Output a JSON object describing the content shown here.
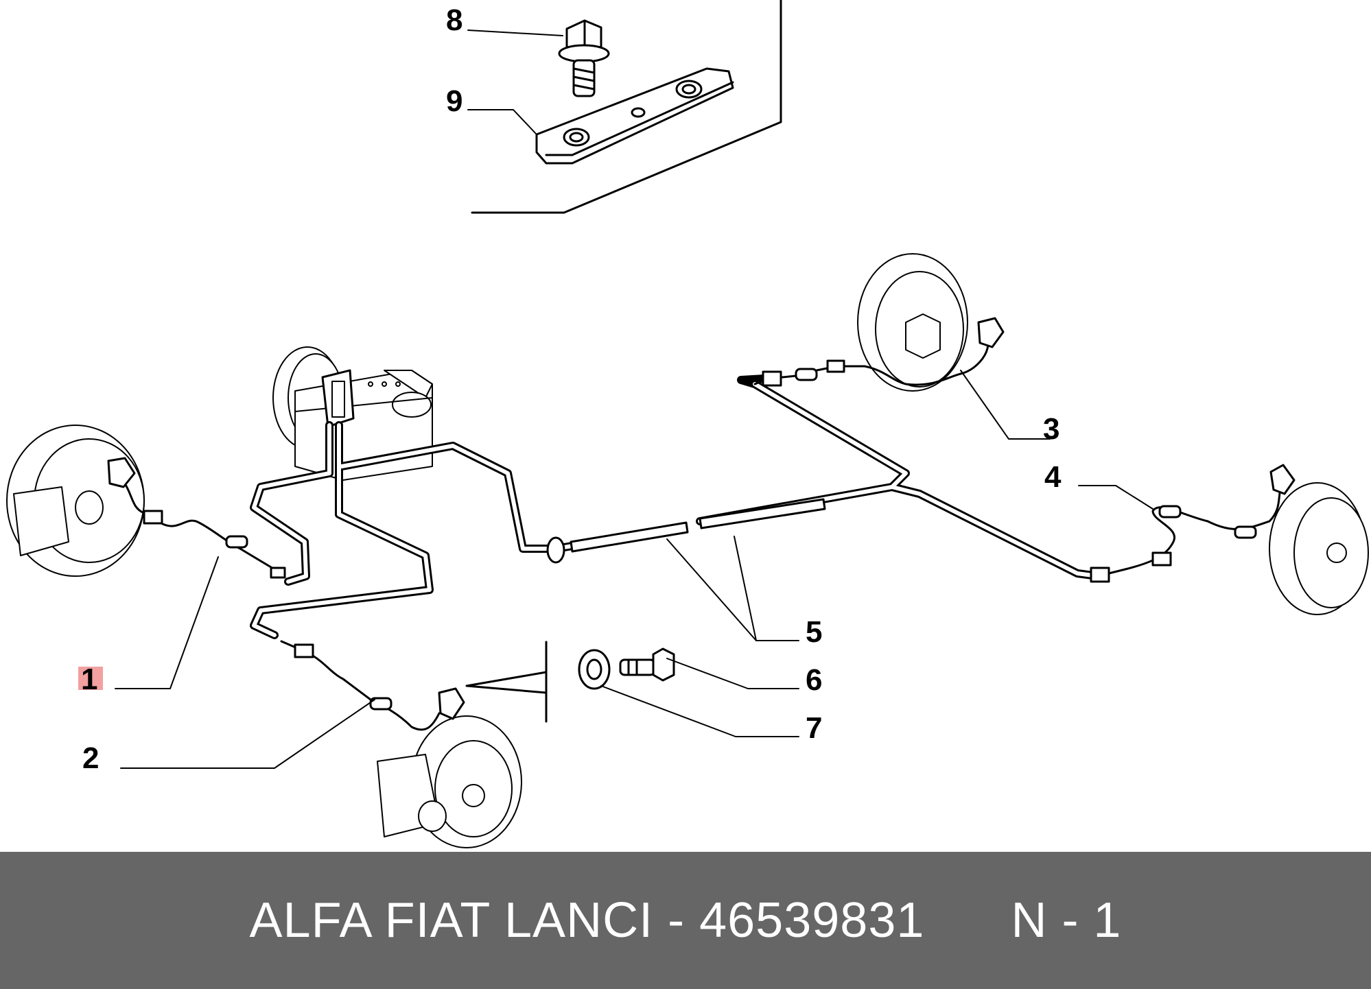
{
  "callouts": [
    {
      "id": "1",
      "label": "1",
      "highlighted": true
    },
    {
      "id": "2",
      "label": "2",
      "highlighted": false
    },
    {
      "id": "3",
      "label": "3",
      "highlighted": false
    },
    {
      "id": "4",
      "label": "4",
      "highlighted": false
    },
    {
      "id": "5",
      "label": "5",
      "highlighted": false
    },
    {
      "id": "6",
      "label": "6",
      "highlighted": false
    },
    {
      "id": "7",
      "label": "7",
      "highlighted": false
    },
    {
      "id": "8",
      "label": "8",
      "highlighted": false
    },
    {
      "id": "9",
      "label": "9",
      "highlighted": false
    }
  ],
  "footer": {
    "brand": "ALFA FIAT LANCI",
    "separator": " - ",
    "part_number": "46539831",
    "note": "N - 1"
  },
  "colors": {
    "background": "#ffffff",
    "footer_bar": "#666666",
    "footer_text": "#ffffff",
    "highlight": "#f2a0a0",
    "line": "#000000"
  }
}
